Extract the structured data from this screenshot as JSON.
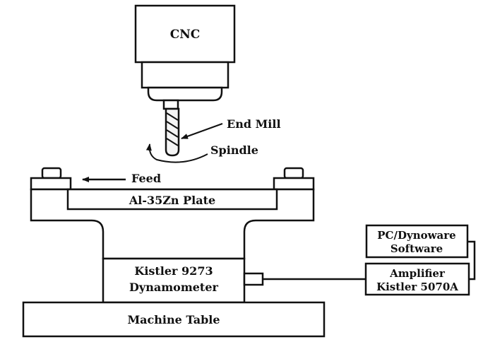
{
  "labels": {
    "cnc": "CNC",
    "end_mill": "End Mill",
    "spindle": "Spindle",
    "feed": "Feed",
    "plate": "Al-35Zn Plate",
    "dynamometer_line1": "Kistler 9273",
    "dynamometer_line2": "Dynamometer",
    "machine_table": "Machine Table",
    "pc_line1": "PC/Dynoware",
    "pc_line2": "Software",
    "amplifier_line1": "Amplifier",
    "amplifier_line2": "Kistler 5070A"
  }
}
